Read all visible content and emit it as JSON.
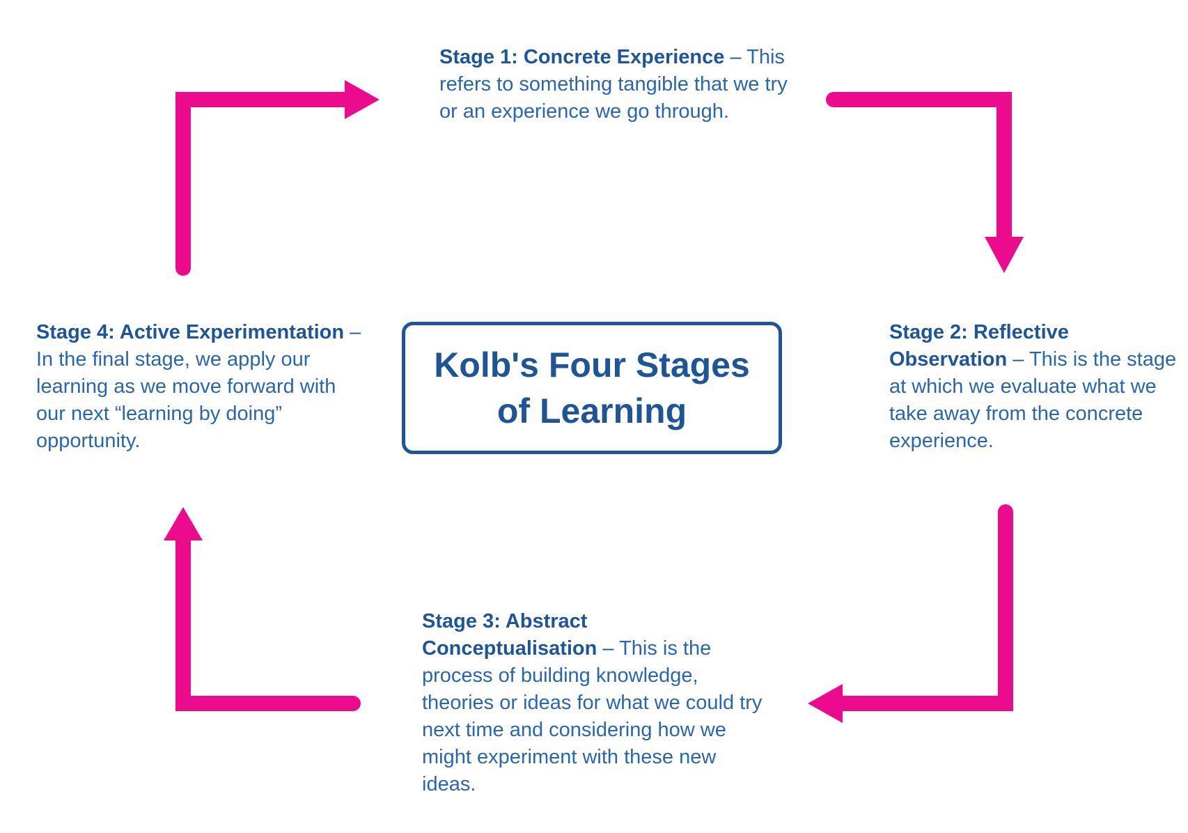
{
  "title": "Kolb's Four Stages of Learning",
  "arrow_color": "#ec0b8d",
  "text_color": "#1d5597",
  "separator": "–",
  "stages": [
    {
      "title": "Stage 1: Concrete Experience",
      "description": "This refers to something tangible that we try or an experience we go through."
    },
    {
      "title": "Stage 2: Reflective Observation",
      "description": "This is the stage at which we evaluate what we take away from the concrete experience."
    },
    {
      "title": "Stage 3: Abstract Conceptualisation",
      "description": "This is the process of building knowledge, theories or ideas for what we could try next time and considering how we might experiment with these new ideas."
    },
    {
      "title": "Stage 4: Active Experimentation",
      "description": "In the final stage, we apply our learning as we move forward with our next “learning by doing” opportunity."
    }
  ]
}
